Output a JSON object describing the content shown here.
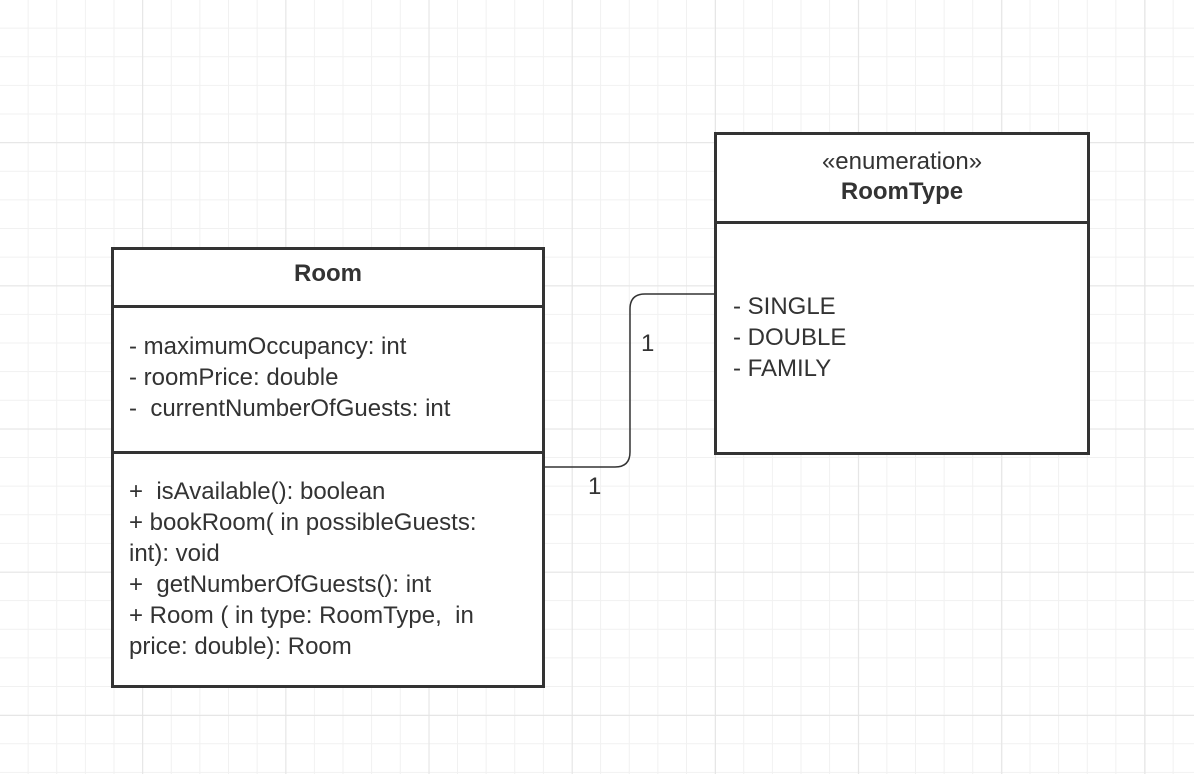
{
  "room_class": {
    "name": "Room",
    "attributes": [
      "- maximumOccupancy: int",
      "- roomPrice: double",
      "-  currentNumberOfGuests: int"
    ],
    "operations": [
      "+  isAvailable(): boolean",
      "+ bookRoom( in possibleGuests: int): void",
      "+  getNumberOfGuests(): int",
      "+ Room ( in type: RoomType,  in price: double): Room"
    ]
  },
  "roomtype_enum": {
    "stereotype": "«enumeration»",
    "name": "RoomType",
    "literals": [
      "- SINGLE",
      "- DOUBLE",
      "- FAMILY"
    ]
  },
  "association": {
    "room_end_multiplicity": "1",
    "roomtype_end_multiplicity": "1"
  },
  "colors": {
    "line": "#333333",
    "grid_major": "#e4e4e4",
    "grid_minor": "#f1f1f1"
  }
}
